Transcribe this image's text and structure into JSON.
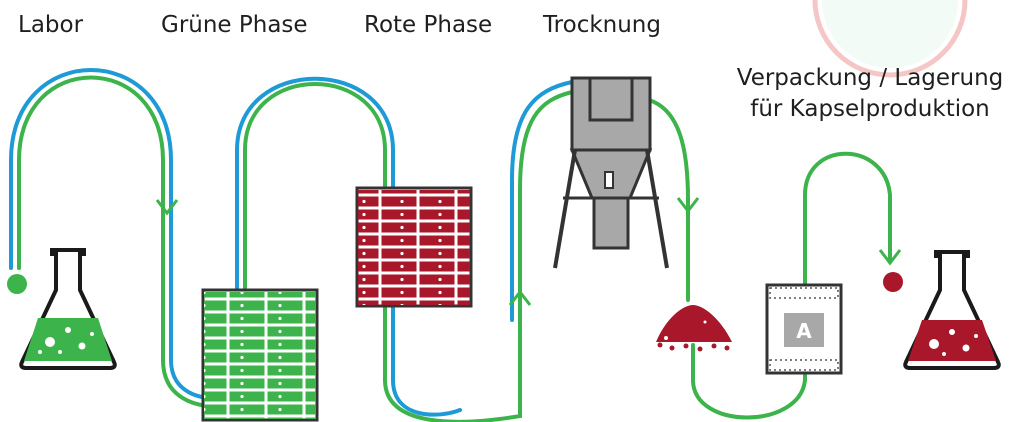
{
  "stages": {
    "labor": "Labor",
    "gruene_phase": "Grüne Phase",
    "rote_phase": "Rote Phase",
    "trocknung": "Trocknung",
    "verpackung_line1": "Verpackung / Lagerung",
    "verpackung_line2": "für Kapselproduktion"
  },
  "sachet": {
    "letter": "A"
  },
  "colors": {
    "green": "#3cb44b",
    "blue": "#1e9ad6",
    "red": "#a8182a",
    "gray": "#a8a8a8",
    "dark": "#333333",
    "pink": "#f4c6c6"
  },
  "icons": [
    "lab-flask-green-icon",
    "green-cell-grid-icon",
    "red-cell-grid-icon",
    "drying-silo-icon",
    "red-powder-pile-icon",
    "sachet-a-icon",
    "flask-red-icon"
  ]
}
